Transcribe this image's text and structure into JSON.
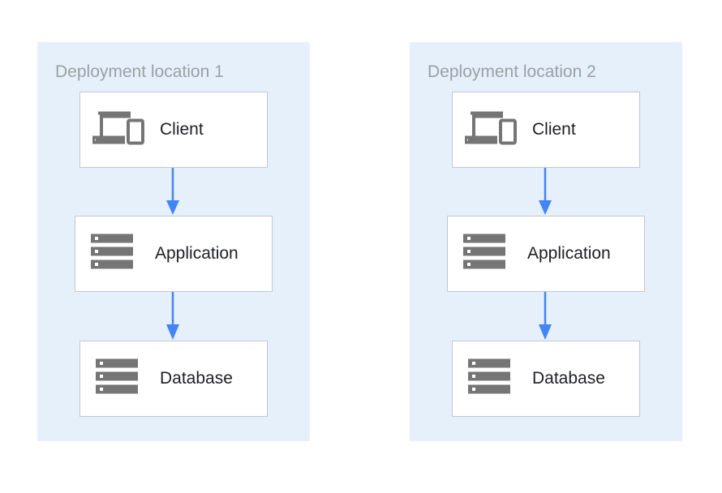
{
  "locations": [
    {
      "title": "Deployment location 1",
      "client": {
        "label": "Client",
        "icon": "devices-icon"
      },
      "application": {
        "label": "Application",
        "icon": "server-icon"
      },
      "database": {
        "label": "Database",
        "icon": "server-icon"
      }
    },
    {
      "title": "Deployment location 2",
      "client": {
        "label": "Client",
        "icon": "devices-icon"
      },
      "application": {
        "label": "Application",
        "icon": "server-icon"
      },
      "database": {
        "label": "Database",
        "icon": "server-icon"
      }
    }
  ],
  "colors": {
    "location_background": "#e6f0fb",
    "title_text": "#9aa0a6",
    "node_border": "#c2c7cc",
    "icon": "#757575",
    "arrow": "#4285f4",
    "label_text": "#202124"
  }
}
